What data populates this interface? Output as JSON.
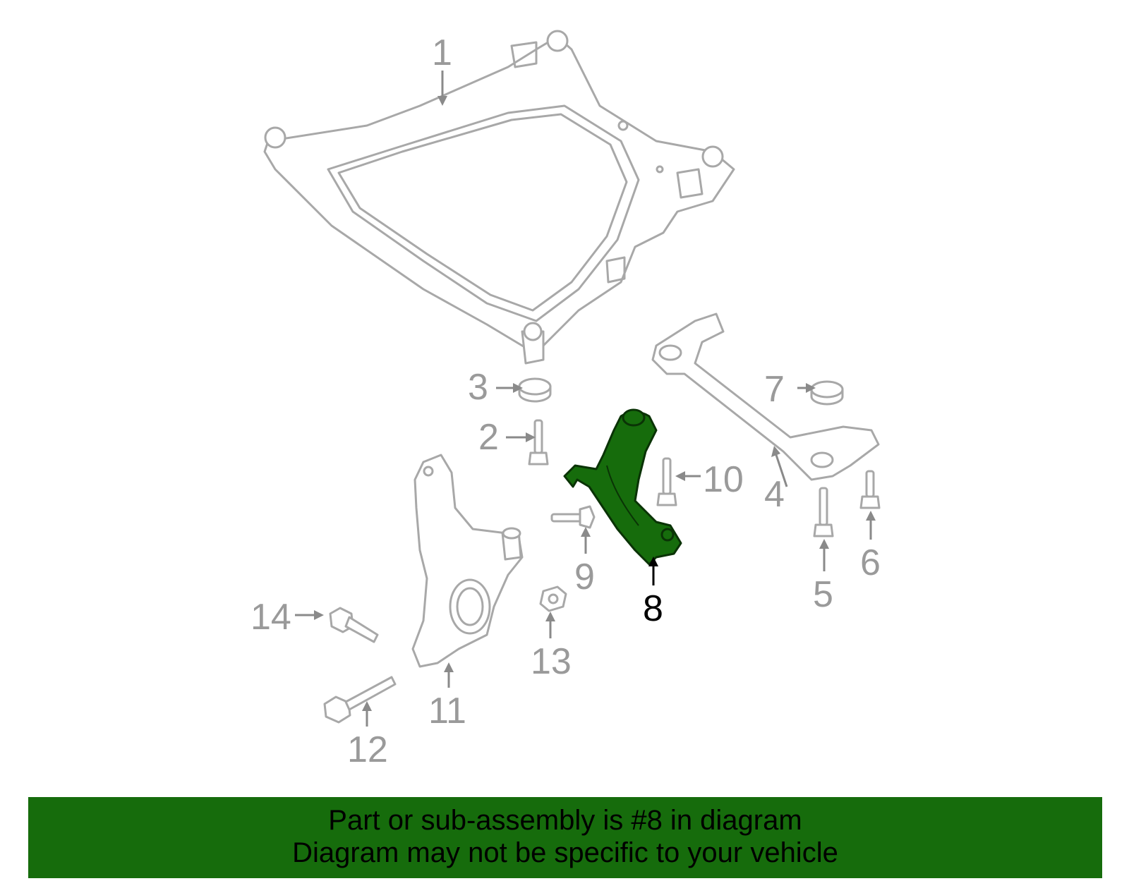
{
  "diagram": {
    "highlight_color": "#166c0c",
    "callouts": [
      "1",
      "2",
      "3",
      "4",
      "5",
      "6",
      "7",
      "8",
      "9",
      "10",
      "11",
      "12",
      "13",
      "14"
    ],
    "highlighted_part": "8"
  },
  "banner": {
    "background": "#166c0c",
    "line1": "Part or sub-assembly is #8 in diagram",
    "line2": "Diagram may not be specific to your vehicle"
  }
}
